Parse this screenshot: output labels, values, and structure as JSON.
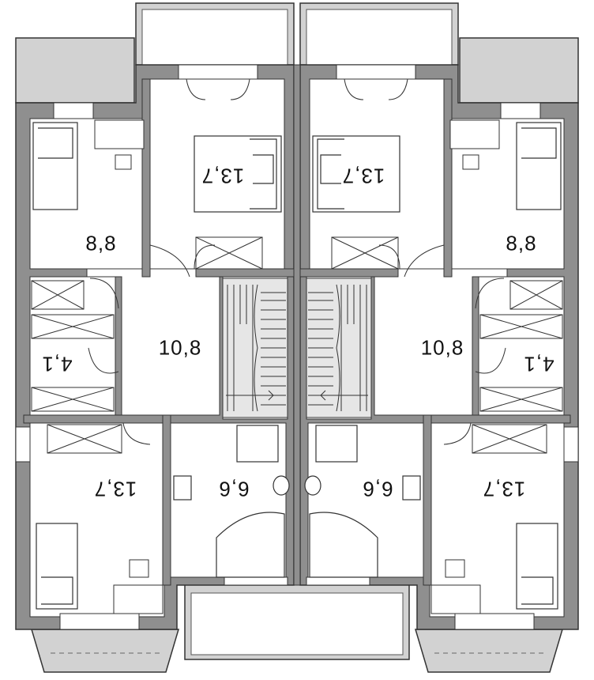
{
  "plan": {
    "title": "",
    "colors": {
      "wall": "#8f8f8f",
      "outline": "#333333",
      "terrace": "#d2d2d2",
      "floor": "#ffffff"
    },
    "rooms_left": {
      "bedroom_top": "8,8",
      "parents_bedroom": "13,7",
      "hall": "10,8",
      "wardrobe": "4,1",
      "bedroom_bottom": "13,7",
      "bathroom": "6,6"
    },
    "rooms_right": {
      "bedroom_top": "8,8",
      "parents_bedroom": "13,7",
      "hall": "10,8",
      "wardrobe": "4,1",
      "bedroom_bottom": "13,7",
      "bathroom": "6,6"
    }
  }
}
